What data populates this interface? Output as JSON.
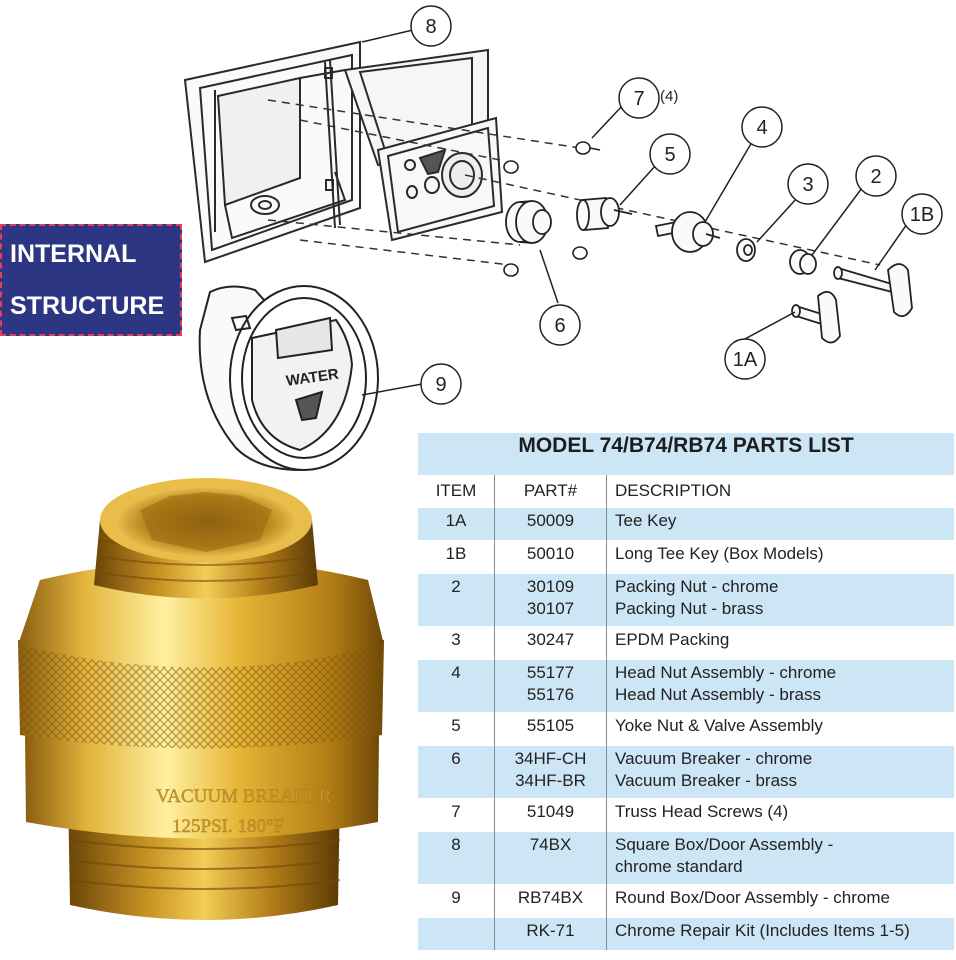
{
  "badge": {
    "line1": "INTERNAL",
    "line2": "STRUCTURE"
  },
  "callouts": [
    "8",
    "7",
    "(4)",
    "5",
    "4",
    "3",
    "2",
    "1B",
    "6",
    "1A",
    "9"
  ],
  "box_labels": {
    "water_round": "WATER"
  },
  "product_engraving": {
    "line1": "VACUUM BREAKER",
    "line2": "125PSI. 180°F"
  },
  "parts_list": {
    "title": "MODEL 74/B74/RB74 PARTS LIST",
    "headers": [
      "ITEM",
      "PART#",
      "DESCRIPTION"
    ],
    "rows": [
      {
        "item": "1A",
        "parts": [
          "50009"
        ],
        "desc": [
          "Tee Key"
        ]
      },
      {
        "item": "1B",
        "parts": [
          "50010"
        ],
        "desc": [
          "Long Tee Key (Box Models)"
        ]
      },
      {
        "item": "2",
        "parts": [
          "30109",
          "30107"
        ],
        "desc": [
          "Packing Nut - chrome",
          "Packing Nut - brass"
        ]
      },
      {
        "item": "3",
        "parts": [
          "30247"
        ],
        "desc": [
          "EPDM Packing"
        ]
      },
      {
        "item": "4",
        "parts": [
          "55177",
          "55176"
        ],
        "desc": [
          "Head Nut Assembly - chrome",
          "Head Nut Assembly - brass"
        ]
      },
      {
        "item": "5",
        "parts": [
          "55105"
        ],
        "desc": [
          "Yoke Nut & Valve Assembly"
        ]
      },
      {
        "item": "6",
        "parts": [
          "34HF-CH",
          "34HF-BR"
        ],
        "desc": [
          "Vacuum Breaker - chrome",
          "Vacuum Breaker - brass"
        ]
      },
      {
        "item": "7",
        "parts": [
          "51049"
        ],
        "desc": [
          "Truss Head Screws (4)"
        ]
      },
      {
        "item": "8",
        "parts": [
          "74BX"
        ],
        "desc": [
          "Square Box/Door Assembly -",
          "chrome standard"
        ]
      },
      {
        "item": "9",
        "parts": [
          "RB74BX"
        ],
        "desc": [
          "Round Box/Door Assembly - chrome"
        ]
      },
      {
        "item": "",
        "parts": [
          "RK-71"
        ],
        "desc": [
          "Chrome Repair Kit (Includes Items 1-5)"
        ]
      }
    ]
  },
  "colors": {
    "badge_bg": "#2d3682",
    "badge_border": "#e0405a",
    "table_blue": "#cde6f5",
    "brass": "#d9a928"
  }
}
